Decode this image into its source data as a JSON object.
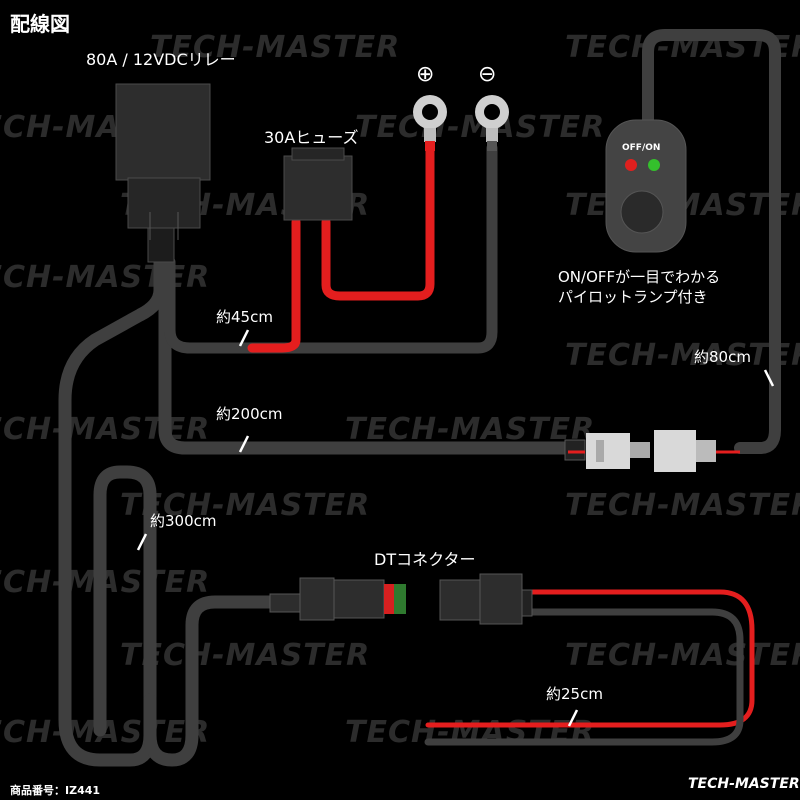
{
  "labels": {
    "title": "配線図",
    "relay": "80A / 12VDCリレー",
    "fuse": "30Aヒューズ",
    "plus_symbol": "⊕",
    "minus_symbol": "⊖",
    "switch_panel": "OFF/ON",
    "switch_desc_line1": "ON/OFFが一目でわかる",
    "switch_desc_line2": "パイロットランプ付き",
    "len_45": "約45cm",
    "len_80": "約80cm",
    "len_200": "約200cm",
    "len_300": "約300cm",
    "dt_connector": "DTコネクター",
    "len_25": "約25cm",
    "product_code": "商品番号：IZ441"
  },
  "watermark": "TECH-MASTER",
  "brand": "TECH-MASTER",
  "colors": {
    "background": "#000000",
    "wire_gray": "#3f3f3f",
    "wire_red": "#e41e1e",
    "relay_body": "#2d2d2d",
    "lamp_red": "#e0201e",
    "lamp_green": "#34c02c"
  }
}
